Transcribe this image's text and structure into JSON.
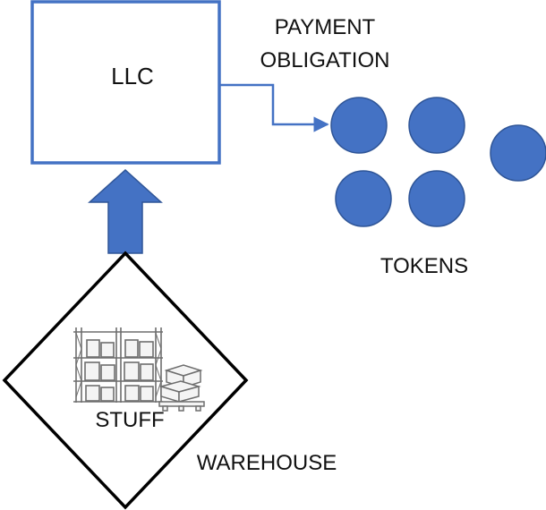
{
  "diagram": {
    "llc_label": "LLC",
    "payment_label_line1": "PAYMENT",
    "payment_label_line2": "OBLIGATION",
    "tokens_label": "TOKENS",
    "stuff_label": "STUFF",
    "warehouse_label": "WAREHOUSE",
    "token_count": 5
  },
  "colors": {
    "accent": "#4472C4",
    "accent_dark": "#2F5597",
    "outline": "#000000",
    "background": "#FFFFFF",
    "shelving": "#6E6E6E"
  },
  "icons": [
    "warehouse-shelves-icon",
    "box-pallet-icon",
    "upward-block-arrow-icon",
    "connector-arrow-icon"
  ]
}
